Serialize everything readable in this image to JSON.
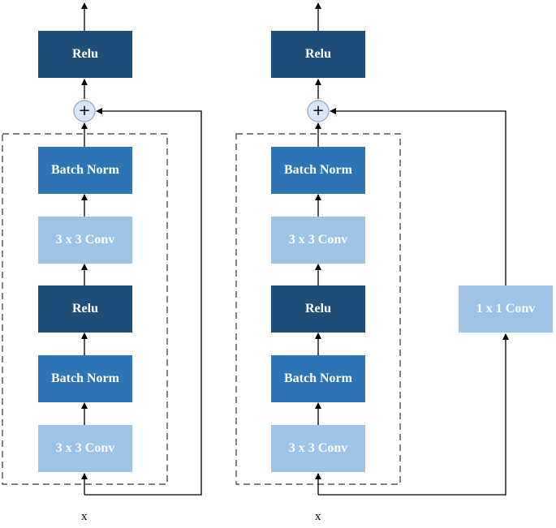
{
  "left_block": {
    "relu_top": "Relu",
    "batch_norm_2": "Batch Norm",
    "conv_2": "3 x 3 Conv",
    "relu_mid": "Relu",
    "batch_norm_1": "Batch Norm",
    "conv_1": "3 x 3 Conv",
    "input": "x",
    "add_symbol": "+"
  },
  "right_block": {
    "relu_top": "Relu",
    "batch_norm_2": "Batch Norm",
    "conv_2": "3 x 3 Conv",
    "relu_mid": "Relu",
    "batch_norm_1": "Batch Norm",
    "conv_1": "3 x 3 Conv",
    "shortcut_conv": "1 x 1 Conv",
    "input": "x",
    "add_symbol": "+"
  },
  "colors": {
    "dark": "#1f4e79",
    "mid": "#2e75b6",
    "light": "#9dc3e6"
  }
}
